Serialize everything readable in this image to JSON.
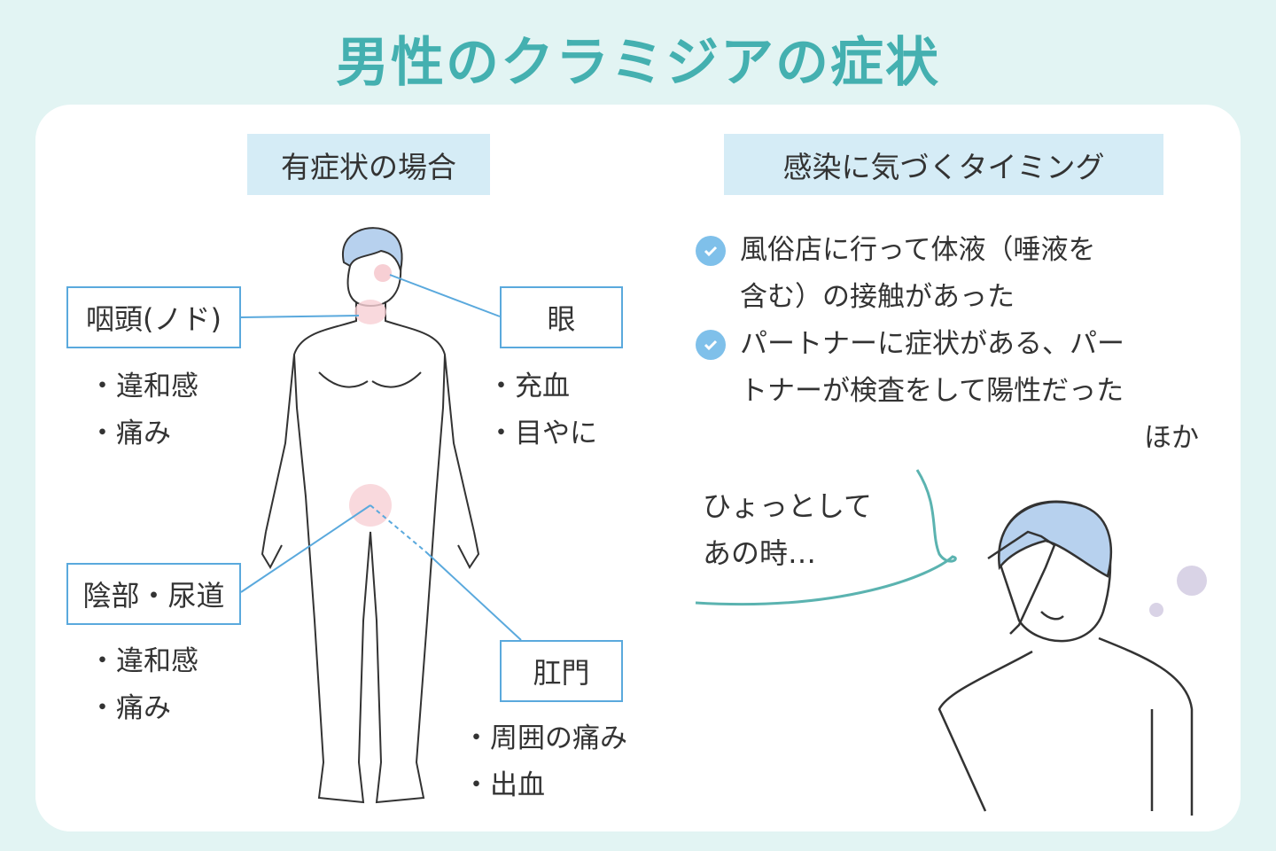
{
  "title": "男性のクラミジアの症状",
  "left": {
    "header": "有症状の場合",
    "labels": [
      {
        "name": "咽頭(ノド)",
        "items": [
          "違和感",
          "痛み"
        ]
      },
      {
        "name": "眼",
        "items": [
          "充血",
          "目やに"
        ]
      },
      {
        "name": "陰部・尿道",
        "items": [
          "違和感",
          "痛み"
        ]
      },
      {
        "name": "肛門",
        "items": [
          "周囲の痛み",
          "出血"
        ]
      }
    ]
  },
  "right": {
    "header": "感染に気づくタイミング",
    "points": [
      {
        "lines": [
          "風俗店に行って体液（唾液を",
          "含む）の接触があった"
        ]
      },
      {
        "lines": [
          "パートナーに症状がある、パー",
          "トナーが検査をして陽性だった"
        ]
      }
    ],
    "etc": "ほか",
    "bubble": [
      "ひょっとして",
      "あの時…"
    ]
  },
  "colors": {
    "title": "#44b0b0",
    "header_bg": "#d5ecf6",
    "accent": "#5aa9dd",
    "hair": "#b7d1ee"
  }
}
